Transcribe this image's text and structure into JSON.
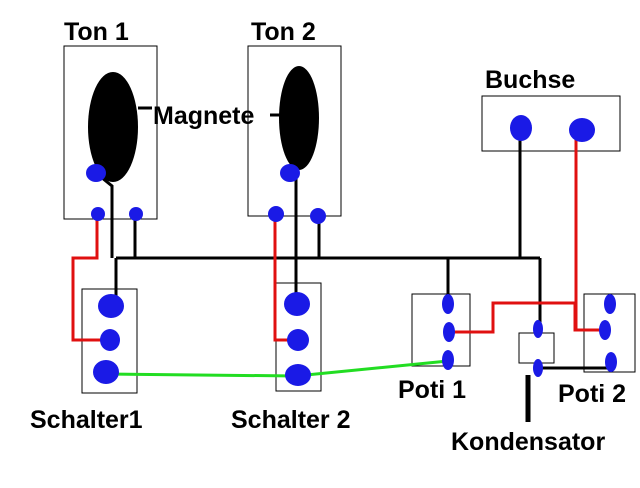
{
  "labels": {
    "ton1": "Ton 1",
    "ton2": "Ton 2",
    "buchse": "Buchse",
    "magnete": "Magnete",
    "schalter1": "Schalter1",
    "schalter2": "Schalter 2",
    "poti1": "Poti 1",
    "poti2": "Poti 2",
    "kondensator": "Kondensator"
  },
  "colors": {
    "terminal": "#1a1ae6",
    "magnet": "#000000",
    "wire_black": "#000000",
    "wire_red": "#e01010",
    "wire_green": "#22dd22"
  }
}
